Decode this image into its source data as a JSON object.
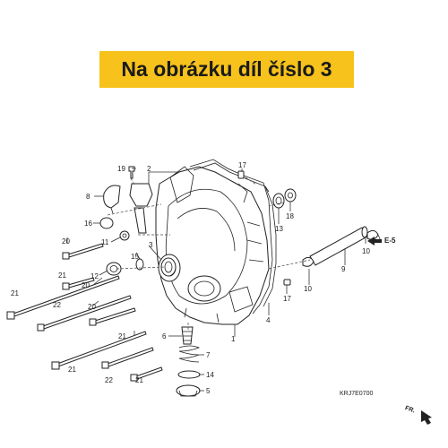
{
  "banner": {
    "text": "Na obrázku díl číslo 3",
    "color": "#f7c21b"
  },
  "callouts": [
    {
      "id": "19",
      "text": "19"
    },
    {
      "id": "2",
      "text": "2"
    },
    {
      "id": "17a",
      "text": "17"
    },
    {
      "id": "8",
      "text": "8"
    },
    {
      "id": "16",
      "text": "16"
    },
    {
      "id": "13",
      "text": "13"
    },
    {
      "id": "18",
      "text": "18"
    },
    {
      "id": "20a",
      "text": "20"
    },
    {
      "id": "11",
      "text": "11"
    },
    {
      "id": "3",
      "text": "3"
    },
    {
      "id": "15",
      "text": "15"
    },
    {
      "id": "10a",
      "text": "10"
    },
    {
      "id": "21a",
      "text": "21"
    },
    {
      "id": "12",
      "text": "12"
    },
    {
      "id": "20b",
      "text": "20"
    },
    {
      "id": "9",
      "text": "9"
    },
    {
      "id": "21b",
      "text": "21"
    },
    {
      "id": "10b",
      "text": "10"
    },
    {
      "id": "22a",
      "text": "22"
    },
    {
      "id": "20c",
      "text": "20"
    },
    {
      "id": "17b",
      "text": "17"
    },
    {
      "id": "4",
      "text": "4"
    },
    {
      "id": "1",
      "text": "1"
    },
    {
      "id": "6",
      "text": "6"
    },
    {
      "id": "21c",
      "text": "21"
    },
    {
      "id": "7",
      "text": "7"
    },
    {
      "id": "21d",
      "text": "21"
    },
    {
      "id": "22b",
      "text": "22"
    },
    {
      "id": "14",
      "text": "14"
    },
    {
      "id": "21e",
      "text": "21"
    },
    {
      "id": "5",
      "text": "5"
    }
  ],
  "ref_label": "E-5",
  "diagram_code": "KRJ7E0700",
  "direction_label": "FR."
}
